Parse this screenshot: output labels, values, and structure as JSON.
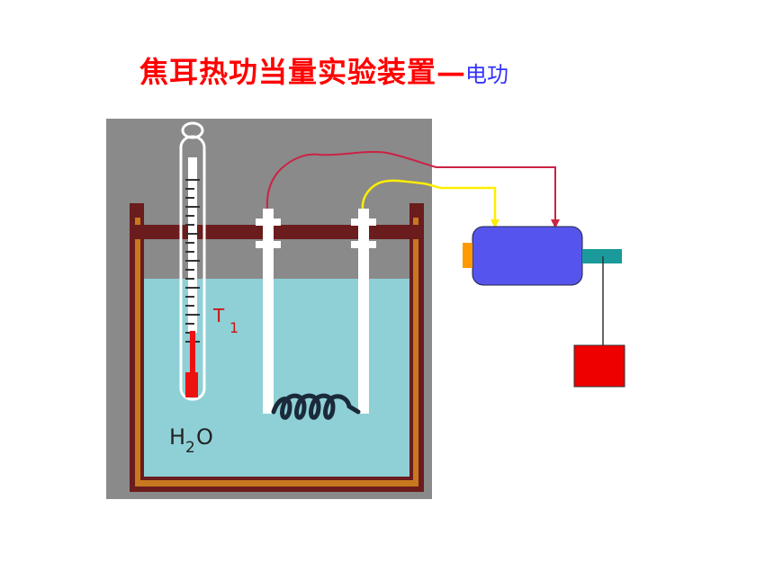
{
  "title": {
    "main": "焦耳热功当量实验装置",
    "dash": "—",
    "sub": "电功"
  },
  "labels": {
    "thermometer": "T",
    "thermometer_sub": "1",
    "water_h": "H",
    "water_sub": "2",
    "water_o": "O"
  },
  "colors": {
    "title": "#ff0000",
    "subtitle": "#3333ff",
    "panel_bg": "#8a8a8a",
    "water": "#8fd0d6",
    "container": "#6b1c1c",
    "motor": "#5555ee",
    "weight": "#ee0000",
    "shaft": "#1a9a9a",
    "wire_red": "#cc2244",
    "wire_yellow": "#ffee00"
  }
}
